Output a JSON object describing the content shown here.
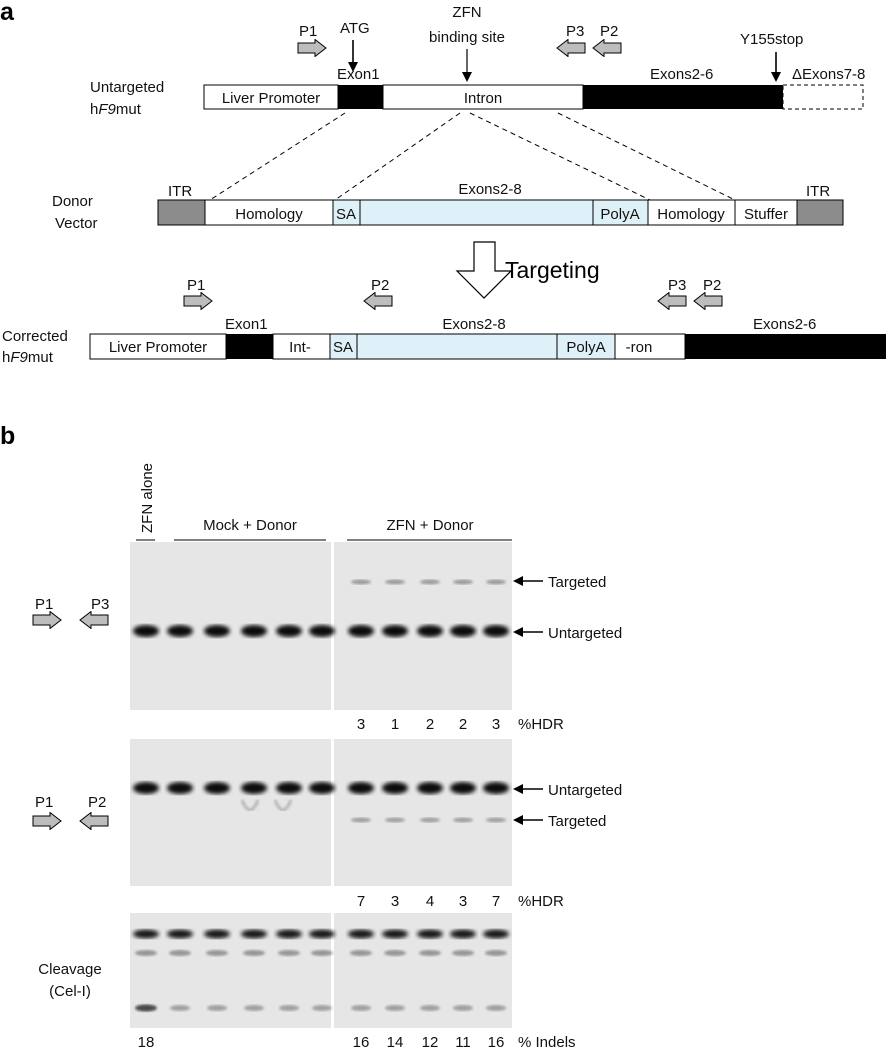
{
  "panel_a": {
    "letter": "a",
    "untargeted": {
      "label_line1": "Untargeted",
      "label_line2_prefix": "h",
      "label_line2_italic": "F9",
      "label_line2_suffix": "mut",
      "segments": {
        "promoter": "Liver Promoter",
        "exon1": "Exon1",
        "intron": "Intron",
        "exons26": "Exons2-6",
        "deleted": "ΔExons7-8"
      },
      "atg": "ATG",
      "zfn_line1": "ZFN",
      "zfn_line2": "binding site",
      "y155": "Y155stop",
      "primers": [
        "P1",
        "P3",
        "P2"
      ]
    },
    "donor": {
      "label_line1": "Donor",
      "label_line2": "Vector",
      "segments": {
        "itr_left": "ITR",
        "homology_left": "Homology",
        "sa": "SA",
        "exons28": "Exons2-8",
        "polya": "PolyA",
        "homology_right": "Homology",
        "stuffer": "Stuffer",
        "itr_right": "ITR"
      }
    },
    "targeting": "Targeting",
    "corrected": {
      "label_line1": "Corrected",
      "label_line2_prefix": "h",
      "label_line2_italic": "F9",
      "label_line2_suffix": "mut",
      "segments": {
        "promoter": "Liver Promoter",
        "exon1": "Exon1",
        "int": "Int-",
        "sa": "SA",
        "exons28": "Exons2-8",
        "polya": "PolyA",
        "ron": "-ron",
        "exons26": "Exons2-6"
      },
      "primers": [
        "P1",
        "P2",
        "P3",
        "P2"
      ]
    }
  },
  "panel_b": {
    "letter": "b",
    "lane_groups": {
      "zfn_alone": "ZFN alone",
      "mock_donor": "Mock + Donor",
      "zfn_donor": "ZFN + Donor"
    },
    "gel1": {
      "primers": [
        "P1",
        "P3"
      ],
      "band_top": "Targeted",
      "band_bottom": "Untargeted",
      "values": [
        "3",
        "1",
        "2",
        "2",
        "3"
      ],
      "metric": "%HDR"
    },
    "gel2": {
      "primers": [
        "P1",
        "P2"
      ],
      "band_top": "Untargeted",
      "band_bottom": "Targeted",
      "values": [
        "7",
        "3",
        "4",
        "3",
        "7"
      ],
      "metric": "%HDR"
    },
    "gel3": {
      "label_line1": "Cleavage",
      "label_line2": "(Cel-I)",
      "first_value": "18",
      "values": [
        "16",
        "14",
        "12",
        "11",
        "16"
      ],
      "metric": "% Indels"
    }
  },
  "colors": {
    "exon_black": "#000000",
    "light_blue": "#dff1f8",
    "itr_gray": "#8c8c8c",
    "gel_bg": "#e6e6e6",
    "arrow_gray": "#bdbdbd"
  }
}
